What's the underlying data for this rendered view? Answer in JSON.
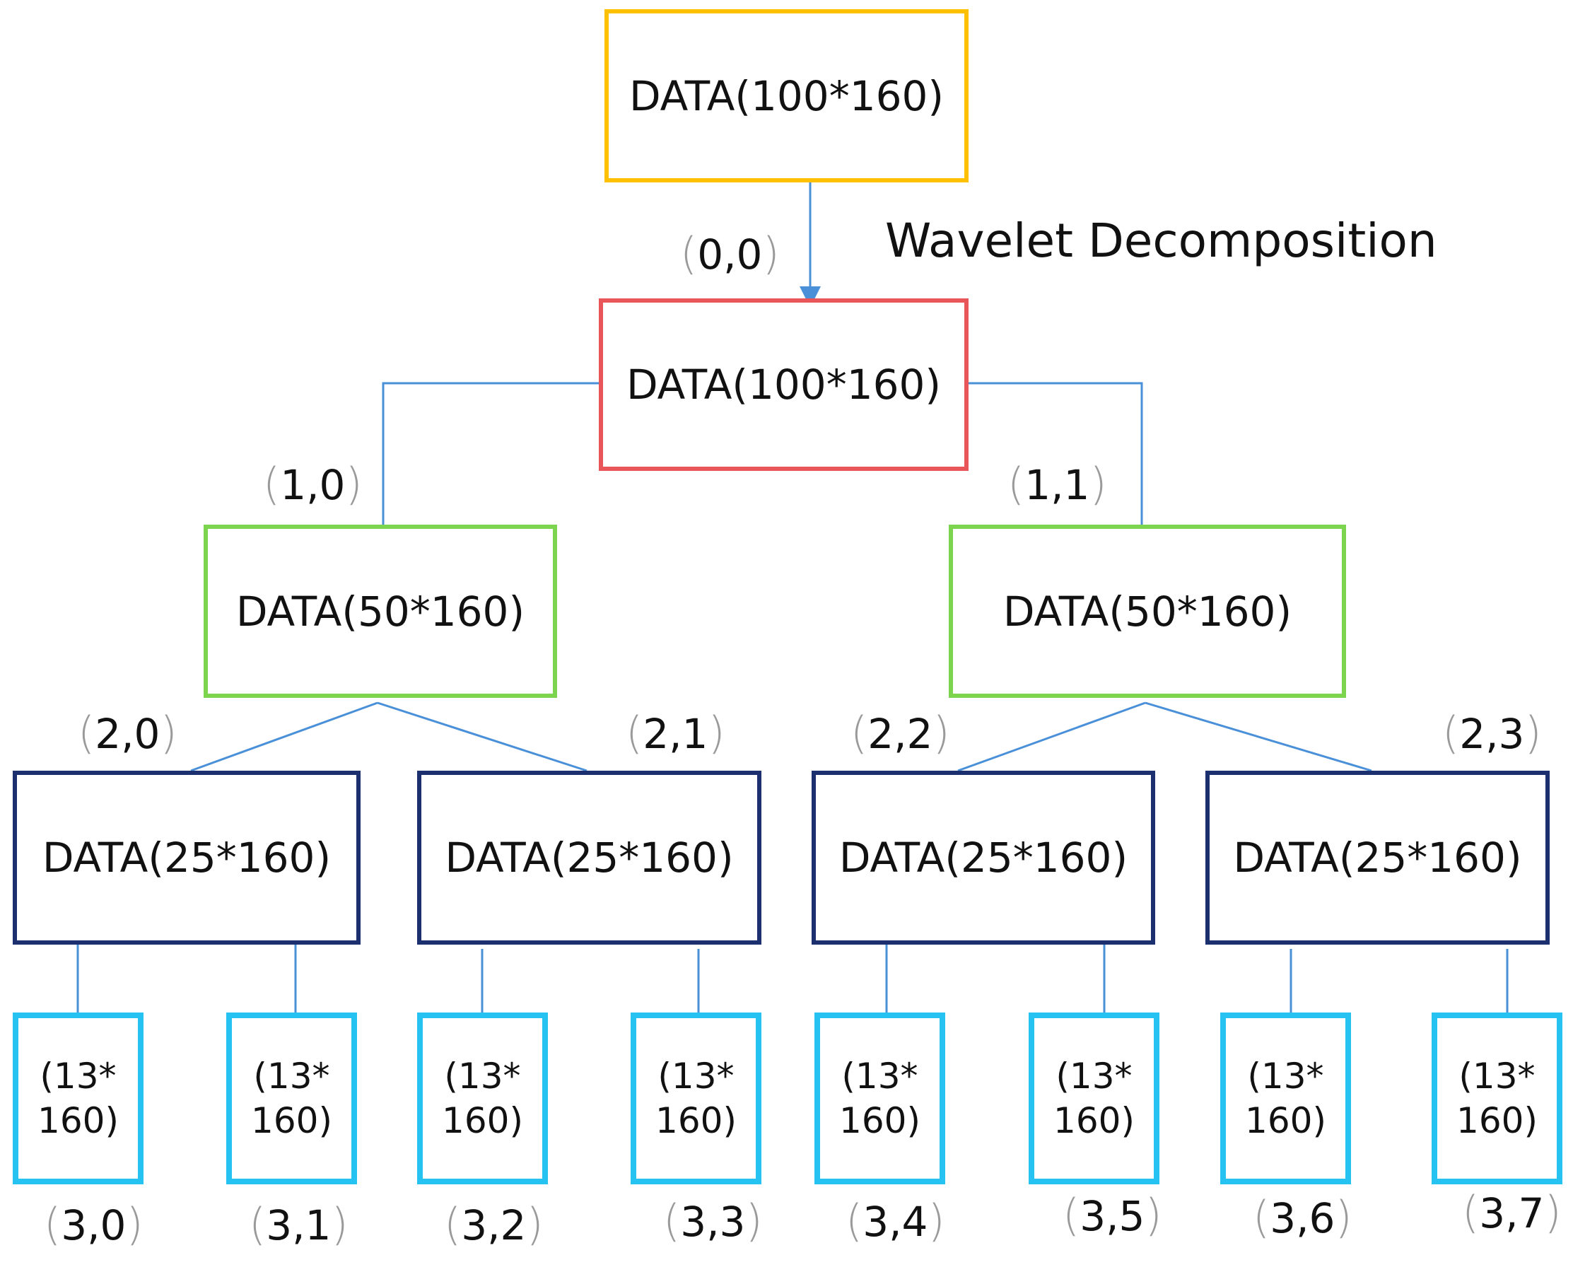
{
  "caption": "Wavelet Decomposition",
  "colors": {
    "root_border": "#FFC000",
    "level0_border": "#E8565A",
    "level1_border": "#7DD44F",
    "level2_border": "#1C2F6E",
    "level3_border": "#26C2F2",
    "edge": "#4A90D9"
  },
  "root": {
    "label": "DATA(100*160)"
  },
  "level0": {
    "label": "DATA(100*160)",
    "coord": "0,0"
  },
  "level1": [
    {
      "label": "DATA(50*160)",
      "coord": "1,0"
    },
    {
      "label": "DATA(50*160)",
      "coord": "1,1"
    }
  ],
  "level2": [
    {
      "label": "DATA(25*160)",
      "coord": "2,0"
    },
    {
      "label": "DATA(25*160)",
      "coord": "2,1"
    },
    {
      "label": "DATA(25*160)",
      "coord": "2,2"
    },
    {
      "label": "DATA(25*160)",
      "coord": "2,3"
    }
  ],
  "level3": [
    {
      "line1": "(13*",
      "line2": "160)",
      "coord": "3,0"
    },
    {
      "line1": "(13*",
      "line2": "160)",
      "coord": "3,1"
    },
    {
      "line1": "(13*",
      "line2": "160)",
      "coord": "3,2"
    },
    {
      "line1": "(13*",
      "line2": "160)",
      "coord": "3,3"
    },
    {
      "line1": "(13*",
      "line2": "160)",
      "coord": "3,4"
    },
    {
      "line1": "(13*",
      "line2": "160)",
      "coord": "3,5"
    },
    {
      "line1": "(13*",
      "line2": "160)",
      "coord": "3,6"
    },
    {
      "line1": "(13*",
      "line2": "160)",
      "coord": "3,7"
    }
  ]
}
